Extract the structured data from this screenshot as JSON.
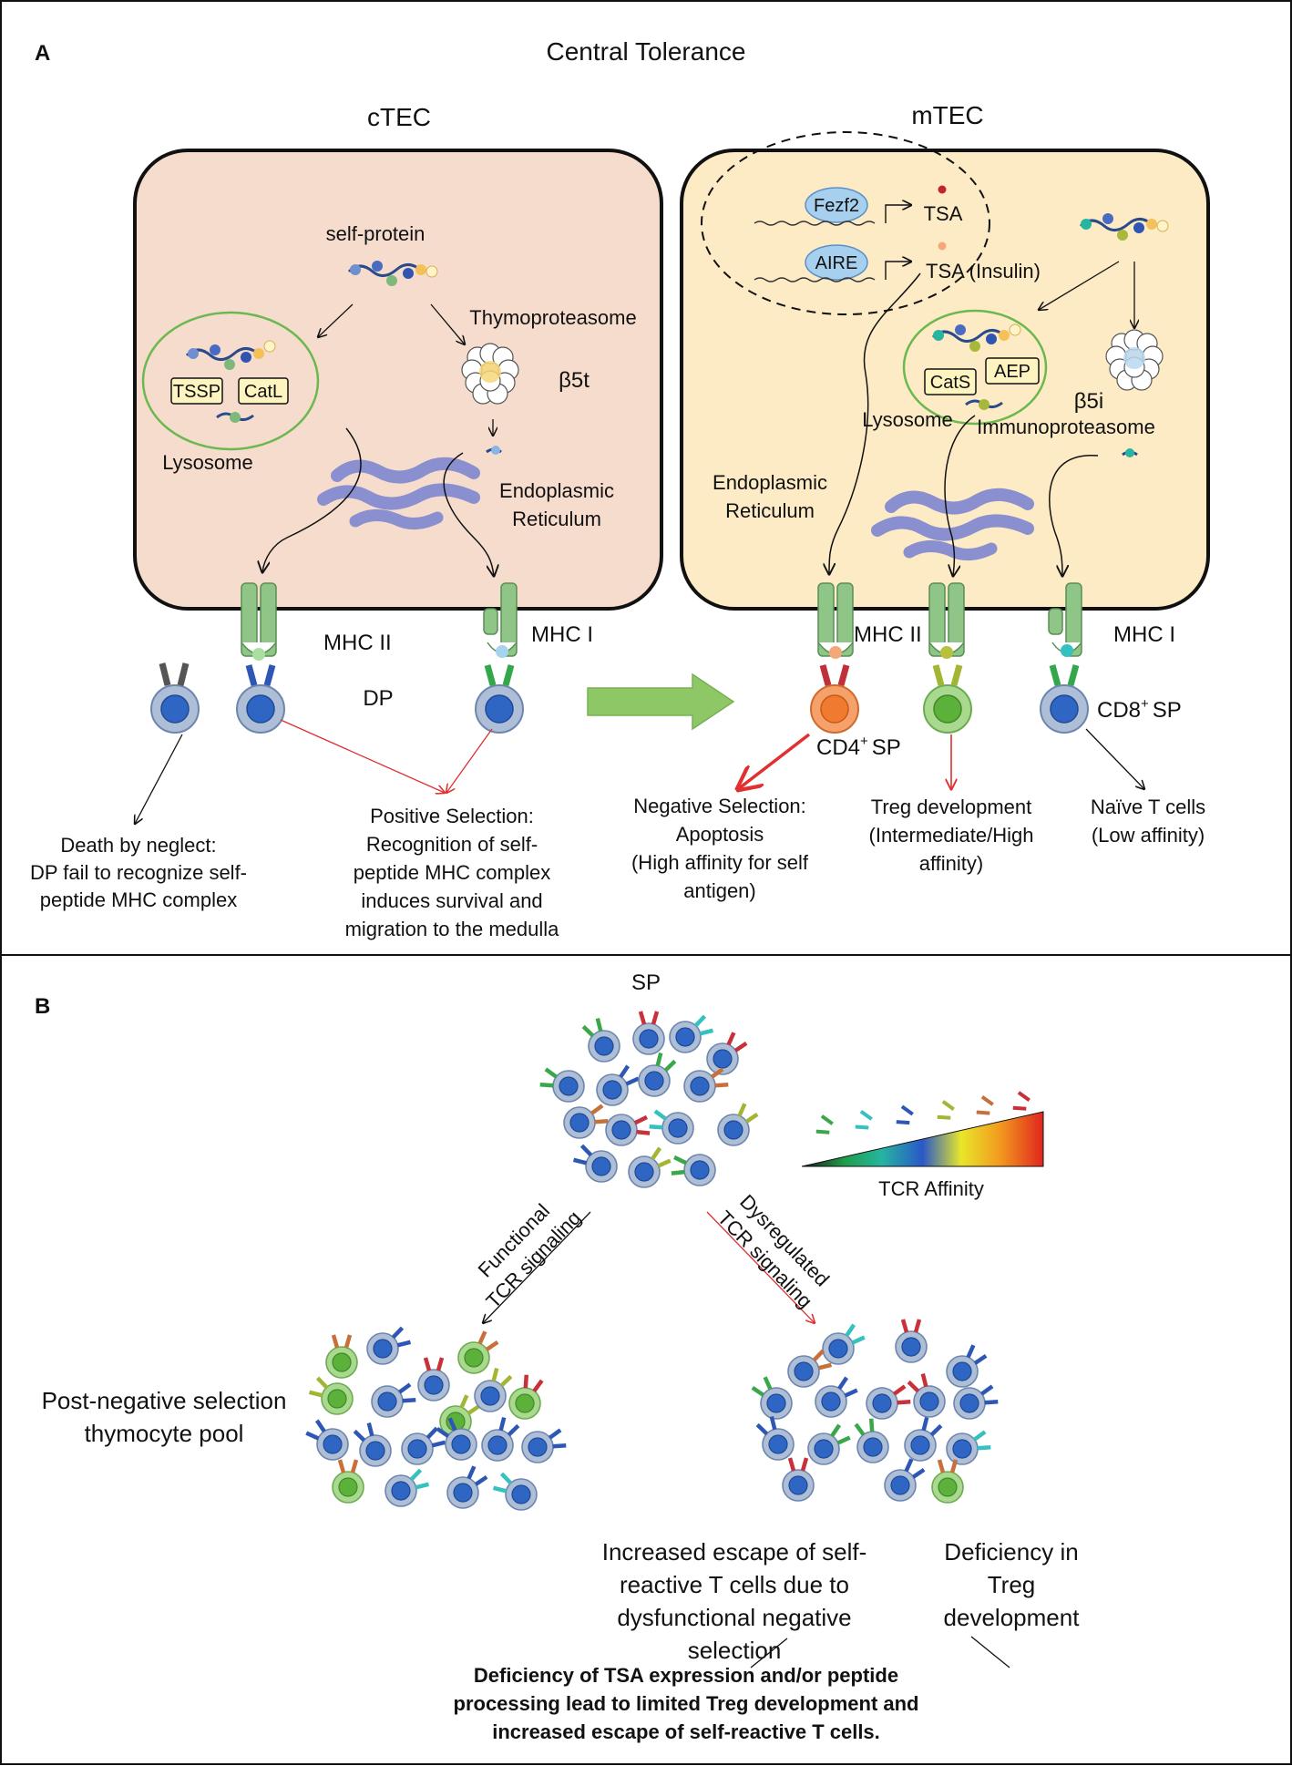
{
  "panel_a": {
    "letter": "A",
    "title": "Central Tolerance",
    "ctec": {
      "title": "cTEC",
      "self_protein": "self-protein",
      "thymoproteasome": "Thymoproteasome",
      "b5t": "β5t",
      "tssp": "TSSP",
      "catl": "CatL",
      "lysosome": "Lysosome",
      "er_line1": "Endoplasmic",
      "er_line2": "Reticulum"
    },
    "mtec": {
      "title": "mTEC",
      "fezf2": "Fezf2",
      "aire": "AIRE",
      "tsa": "TSA",
      "tsa_insulin": "TSA (Insulin)",
      "cats": "CatS",
      "aep": "AEP",
      "lysosome": "Lysosome",
      "b5i": "β5i",
      "immunoproteasome": "Immunoproteasome",
      "er_line1": "Endoplasmic",
      "er_line2": "Reticulum"
    },
    "mhc_ii": "MHC II",
    "mhc_i": "MHC I",
    "dp": "DP",
    "cd4_sp": "CD4",
    "cd8_sp": "CD8",
    "sup_plus": "+",
    "sp": "SP",
    "death_by_neglect": [
      "Death by neglect:",
      "DP fail to recognize self-",
      "peptide MHC complex"
    ],
    "positive_selection": [
      "Positive Selection:",
      "Recognition of self-",
      "peptide MHC complex",
      "induces survival and",
      "migration to the medulla"
    ],
    "negative_selection": [
      "Negative Selection:",
      "Apoptosis",
      "(High affinity for self",
      "antigen)"
    ],
    "treg_development": [
      "Treg development",
      "(Intermediate/High",
      "affinity)"
    ],
    "naive_t_cells": [
      "Naïve T cells",
      "(Low affinity)"
    ]
  },
  "panel_b": {
    "letter": "B",
    "sp": "SP",
    "tcr_affinity": "TCR Affinity",
    "functional": [
      "Functional",
      "TCR signaling"
    ],
    "dysregulated": [
      "Dysregulated",
      "TCR signaling"
    ],
    "post_negative": [
      "Post-negative selection",
      "thymocyte pool"
    ],
    "increased_escape": [
      "Increased escape of self-",
      "reactive T cells  due to",
      "dysfunctional negative",
      "selection"
    ],
    "deficiency_treg": [
      "Deficiency in",
      "Treg",
      "development"
    ],
    "conclusion": [
      "Deficiency of TSA expression and/or peptide",
      "processing lead to limited Treg development and",
      "increased escape of self-reactive T cells."
    ]
  },
  "colors": {
    "ctec_fill": "#f6dccc",
    "mtec_fill": "#fdebc5",
    "mhc_green": "#8fc587",
    "er_purple": "#8a8fd0",
    "cell_gray": "#aebed6",
    "nucleus_blue": "#2f66c4",
    "treg_green": "#93cf74",
    "cd4_orange": "#f08848",
    "arrow_red": "#e03030",
    "big_arrow_green": "#8ec766"
  }
}
